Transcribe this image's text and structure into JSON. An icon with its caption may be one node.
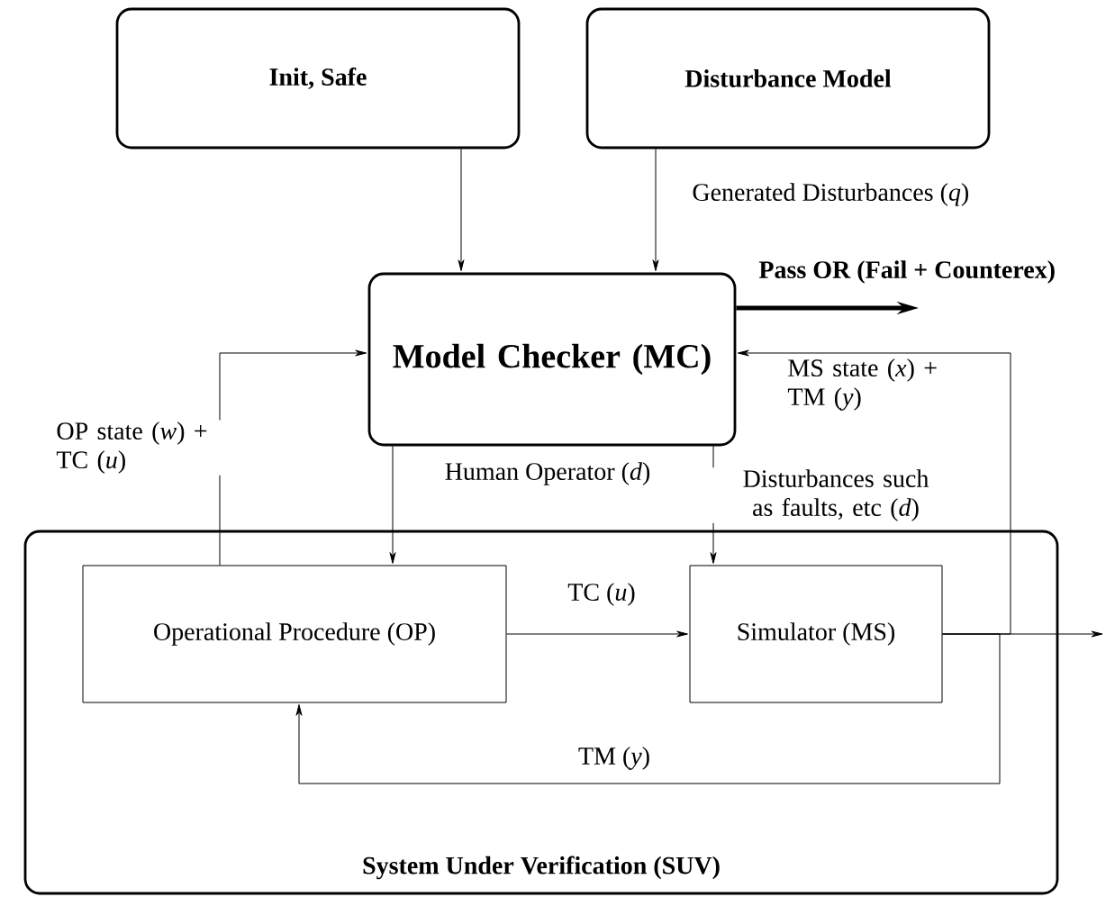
{
  "diagram": {
    "nodes": [
      {
        "text": [
          "Init, Safe"
        ]
      },
      {
        "text": [
          "Disturbance Model"
        ]
      },
      {
        "text": [
          "Model Checker (MC)"
        ]
      },
      {
        "text": [
          "System Under Verification (SUV)"
        ]
      },
      {
        "text": [
          "Operational Procedure (OP)"
        ],
        "in": 3
      },
      {
        "text": [
          "Simulator (MS)"
        ],
        "in": 3
      }
    ],
    "edges": [
      {
        "from": 0,
        "to": 2,
        "arrow": "to"
      },
      {
        "from": 1,
        "to": 2,
        "arrow": "to",
        "label": "Generated Disturbances (*q*)"
      },
      {
        "from": 2,
        "to": null,
        "arrow": "to",
        "style": "thick",
        "label": "Pass OR (Fail + Counterex)"
      },
      {
        "from": 4,
        "to": 2,
        "arrow": "to",
        "label": "OP state (*w*) + TC (*u*)"
      },
      {
        "from": 5,
        "to": 2,
        "arrow": "to",
        "label": "MS state (*x*) + TM (*y*)"
      },
      {
        "from": 2,
        "to": 4,
        "arrow": "to",
        "label": "Human Operator (*d*)"
      },
      {
        "from": 2,
        "to": 5,
        "arrow": "to",
        "label": "Disturbances such as faults, etc (*d*)"
      },
      {
        "from": 4,
        "to": 5,
        "arrow": "to",
        "label": "TC (*u*)"
      },
      {
        "from": 5,
        "to": 4,
        "arrow": "to",
        "label": "TM (*y*)"
      },
      {
        "from": 5,
        "to": null,
        "arrow": "to"
      }
    ]
  }
}
